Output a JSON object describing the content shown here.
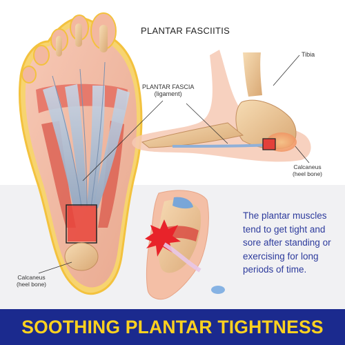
{
  "title": "PLANTAR FASCIITIS",
  "labels": {
    "plantar_fascia": "PLANTAR FASCIA",
    "plantar_fascia_sub": "(ligament)",
    "tibia": "Tibia",
    "calcaneus_right": "Calcaneus",
    "calcaneus_right_sub": "(heel bone)",
    "calcaneus_left": "Calcaneus",
    "calcaneus_left_sub": "(heel bone)"
  },
  "caption": "The plantar  muscles tend to get  tight  and sore after standing or exercising for long periods of time.",
  "banner": "SOOTHING PLANTAR TIGHTNESS",
  "colors": {
    "banner_bg": "#1b2a8e",
    "banner_text": "#ffd21f",
    "caption_text": "#2c3a9c",
    "lower_bg": "#f1f1f3"
  }
}
